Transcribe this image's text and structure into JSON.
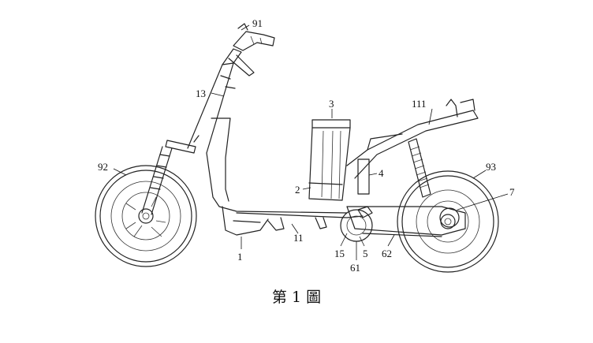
{
  "caption": "第 1 圖",
  "labels": {
    "l91": "91",
    "l13": "13",
    "l3": "3",
    "l111": "111",
    "l92": "92",
    "l93": "93",
    "l2": "2",
    "l4": "4",
    "l7": "7",
    "l1": "1",
    "l11": "11",
    "l15": "15",
    "l5": "5",
    "l62": "62",
    "l61": "61"
  }
}
